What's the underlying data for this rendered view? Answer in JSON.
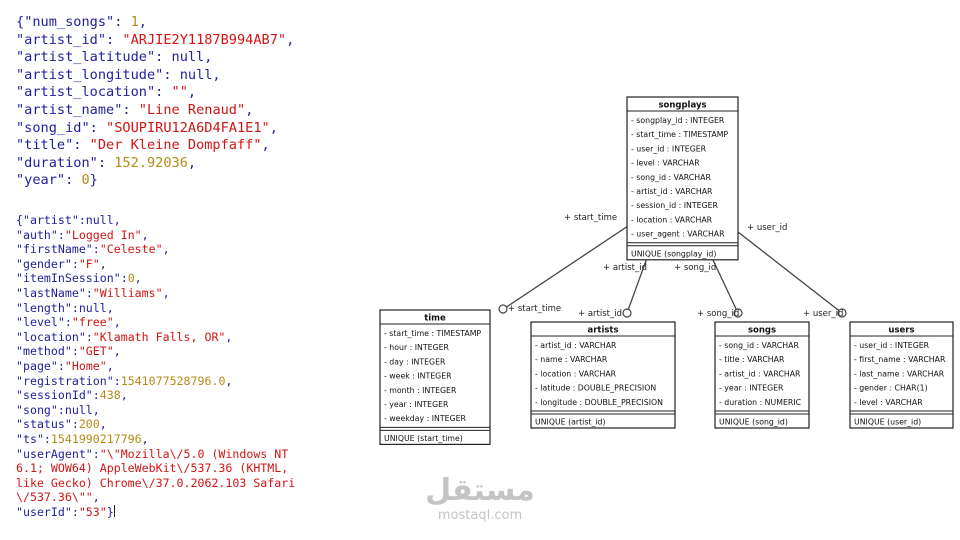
{
  "song_json": [
    [
      {
        "t": "{",
        "c": "p"
      },
      {
        "t": "\"num_songs\"",
        "c": "k"
      },
      {
        "t": ": ",
        "c": "p"
      },
      {
        "t": "1",
        "c": "n"
      },
      {
        "t": ",",
        "c": "p"
      }
    ],
    [
      {
        "t": "\"artist_id\"",
        "c": "k"
      },
      {
        "t": ": ",
        "c": "p"
      },
      {
        "t": "\"ARJIE2Y1187B994AB7\"",
        "c": "s"
      },
      {
        "t": ",",
        "c": "p"
      }
    ],
    [
      {
        "t": "\"artist_latitude\"",
        "c": "k"
      },
      {
        "t": ": null,",
        "c": "p"
      }
    ],
    [
      {
        "t": "\"artist_longitude\"",
        "c": "k"
      },
      {
        "t": ": null,",
        "c": "p"
      }
    ],
    [
      {
        "t": "\"artist_location\"",
        "c": "k"
      },
      {
        "t": ": ",
        "c": "p"
      },
      {
        "t": "\"\"",
        "c": "s"
      },
      {
        "t": ",",
        "c": "p"
      }
    ],
    [
      {
        "t": "\"artist_name\"",
        "c": "k"
      },
      {
        "t": ": ",
        "c": "p"
      },
      {
        "t": "\"Line Renaud\"",
        "c": "s"
      },
      {
        "t": ",",
        "c": "p"
      }
    ],
    [
      {
        "t": "\"song_id\"",
        "c": "k"
      },
      {
        "t": ": ",
        "c": "p"
      },
      {
        "t": "\"SOUPIRU12A6D4FA1E1\"",
        "c": "s"
      },
      {
        "t": ",",
        "c": "p"
      }
    ],
    [
      {
        "t": "\"title\"",
        "c": "k"
      },
      {
        "t": ": ",
        "c": "p"
      },
      {
        "t": "\"Der Kleine Dompfaff\"",
        "c": "s"
      },
      {
        "t": ",",
        "c": "p"
      }
    ],
    [
      {
        "t": "\"duration\"",
        "c": "k"
      },
      {
        "t": ": ",
        "c": "p"
      },
      {
        "t": "152.92036",
        "c": "n"
      },
      {
        "t": ",",
        "c": "p"
      }
    ],
    [
      {
        "t": "\"year\"",
        "c": "k"
      },
      {
        "t": ": ",
        "c": "p"
      },
      {
        "t": "0",
        "c": "n"
      },
      {
        "t": "}",
        "c": "p"
      }
    ]
  ],
  "log_json": [
    [
      {
        "t": "{",
        "c": "p"
      },
      {
        "t": "\"artist\"",
        "c": "k"
      },
      {
        "t": ":null,",
        "c": "p"
      }
    ],
    [
      {
        "t": "\"auth\"",
        "c": "k"
      },
      {
        "t": ":",
        "c": "p"
      },
      {
        "t": "\"Logged In\"",
        "c": "s"
      },
      {
        "t": ",",
        "c": "p"
      }
    ],
    [
      {
        "t": "\"firstName\"",
        "c": "k"
      },
      {
        "t": ":",
        "c": "p"
      },
      {
        "t": "\"Celeste\"",
        "c": "s"
      },
      {
        "t": ",",
        "c": "p"
      }
    ],
    [
      {
        "t": "\"gender\"",
        "c": "k"
      },
      {
        "t": ":",
        "c": "p"
      },
      {
        "t": "\"F\"",
        "c": "s"
      },
      {
        "t": ",",
        "c": "p"
      }
    ],
    [
      {
        "t": "\"itemInSession\"",
        "c": "k"
      },
      {
        "t": ":",
        "c": "p"
      },
      {
        "t": "0",
        "c": "n"
      },
      {
        "t": ",",
        "c": "p"
      }
    ],
    [
      {
        "t": "\"lastName\"",
        "c": "k"
      },
      {
        "t": ":",
        "c": "p"
      },
      {
        "t": "\"Williams\"",
        "c": "s"
      },
      {
        "t": ",",
        "c": "p"
      }
    ],
    [
      {
        "t": "\"length\"",
        "c": "k"
      },
      {
        "t": ":null,",
        "c": "p"
      }
    ],
    [
      {
        "t": "\"level\"",
        "c": "k"
      },
      {
        "t": ":",
        "c": "p"
      },
      {
        "t": "\"free\"",
        "c": "s"
      },
      {
        "t": ",",
        "c": "p"
      }
    ],
    [
      {
        "t": "\"location\"",
        "c": "k"
      },
      {
        "t": ":",
        "c": "p"
      },
      {
        "t": "\"Klamath Falls, OR\"",
        "c": "s"
      },
      {
        "t": ",",
        "c": "p"
      }
    ],
    [
      {
        "t": "\"method\"",
        "c": "k"
      },
      {
        "t": ":",
        "c": "p"
      },
      {
        "t": "\"GET\"",
        "c": "s"
      },
      {
        "t": ",",
        "c": "p"
      }
    ],
    [
      {
        "t": "\"page\"",
        "c": "k"
      },
      {
        "t": ":",
        "c": "p"
      },
      {
        "t": "\"Home\"",
        "c": "s"
      },
      {
        "t": ",",
        "c": "p"
      }
    ],
    [
      {
        "t": "\"registration\"",
        "c": "k"
      },
      {
        "t": ":",
        "c": "p"
      },
      {
        "t": "1541077528796.0",
        "c": "n"
      },
      {
        "t": ",",
        "c": "p"
      }
    ],
    [
      {
        "t": "\"sessionId\"",
        "c": "k"
      },
      {
        "t": ":",
        "c": "p"
      },
      {
        "t": "438",
        "c": "n"
      },
      {
        "t": ",",
        "c": "p"
      }
    ],
    [
      {
        "t": "\"song\"",
        "c": "k"
      },
      {
        "t": ":null,",
        "c": "p"
      }
    ],
    [
      {
        "t": "\"status\"",
        "c": "k"
      },
      {
        "t": ":",
        "c": "p"
      },
      {
        "t": "200",
        "c": "n"
      },
      {
        "t": ",",
        "c": "p"
      }
    ],
    [
      {
        "t": "\"ts\"",
        "c": "k"
      },
      {
        "t": ":",
        "c": "p"
      },
      {
        "t": "1541990217796",
        "c": "n"
      },
      {
        "t": ",",
        "c": "p"
      }
    ],
    [
      {
        "t": "\"userAgent\"",
        "c": "k"
      },
      {
        "t": ":",
        "c": "p"
      },
      {
        "t": "\"\\\"Mozilla\\/5.0 (Windows NT",
        "c": "s"
      }
    ],
    [
      {
        "t": "6.1; WOW64) AppleWebKit\\/537.36 (KHTML,",
        "c": "s"
      }
    ],
    [
      {
        "t": "like Gecko) Chrome\\/37.0.2062.103 Safari",
        "c": "s"
      }
    ],
    [
      {
        "t": "\\/537.36\\\"\"",
        "c": "s"
      },
      {
        "t": ",",
        "c": "p"
      }
    ],
    [
      {
        "t": "\"userId\"",
        "c": "k"
      },
      {
        "t": ":",
        "c": "p"
      },
      {
        "t": "\"53\"",
        "c": "s"
      },
      {
        "t": "}",
        "c": "p"
      }
    ]
  ],
  "diagram": {
    "tables": {
      "songplays": {
        "name": "songplays",
        "fields": [
          "- songplay_id : INTEGER",
          "- start_time : TIMESTAMP",
          "- user_id : INTEGER",
          "- level : VARCHAR",
          "- song_id : VARCHAR",
          "- artist_id : VARCHAR",
          "- session_id : INTEGER",
          "- location : VARCHAR",
          "- user_agent : VARCHAR"
        ],
        "constraint": "UNIQUE (songplay_id)"
      },
      "time": {
        "name": "time",
        "fields": [
          "- start_time : TIMESTAMP",
          "- hour : INTEGER",
          "- day : INTEGER",
          "- week : INTEGER",
          "- month : INTEGER",
          "- year : INTEGER",
          "- weekday : INTEGER"
        ],
        "constraint": "UNIQUE (start_time)"
      },
      "artists": {
        "name": "artists",
        "fields": [
          "- artist_id : VARCHAR",
          "- name : VARCHAR",
          "- location : VARCHAR",
          "- latitude : DOUBLE_PRECISION",
          "- longitude : DOUBLE_PRECISION"
        ],
        "constraint": "UNIQUE (artist_id)"
      },
      "songs": {
        "name": "songs",
        "fields": [
          "- song_id : VARCHAR",
          "- title : VARCHAR",
          "- artist_id : VARCHAR",
          "- year : INTEGER",
          "- duration : NUMERIC"
        ],
        "constraint": "UNIQUE (song_id)"
      },
      "users": {
        "name": "users",
        "fields": [
          "- user_id : INTEGER",
          "- first_name : VARCHAR",
          "- last_name : VARCHAR",
          "- gender : CHAR(1)",
          "- level : VARCHAR"
        ],
        "constraint": "UNIQUE (user_id)"
      }
    },
    "relations": {
      "start_time": {
        "label_src": "+ start_time",
        "label_dst": "+ start_time"
      },
      "artist_id": {
        "label_src": "+ artist_id",
        "label_dst": "+ artist_id"
      },
      "song_id": {
        "label_src": "+ song_id",
        "label_dst": "+ song_id"
      },
      "user_id": {
        "label_src": "+ user_id",
        "label_dst": "+ user_id"
      }
    }
  },
  "watermark": {
    "arabic": "مستقل",
    "latin": "mostaql.com"
  },
  "colors": {
    "key": "#1f1f9e",
    "string": "#d21414",
    "number": "#b58a16",
    "line": "#444444"
  }
}
